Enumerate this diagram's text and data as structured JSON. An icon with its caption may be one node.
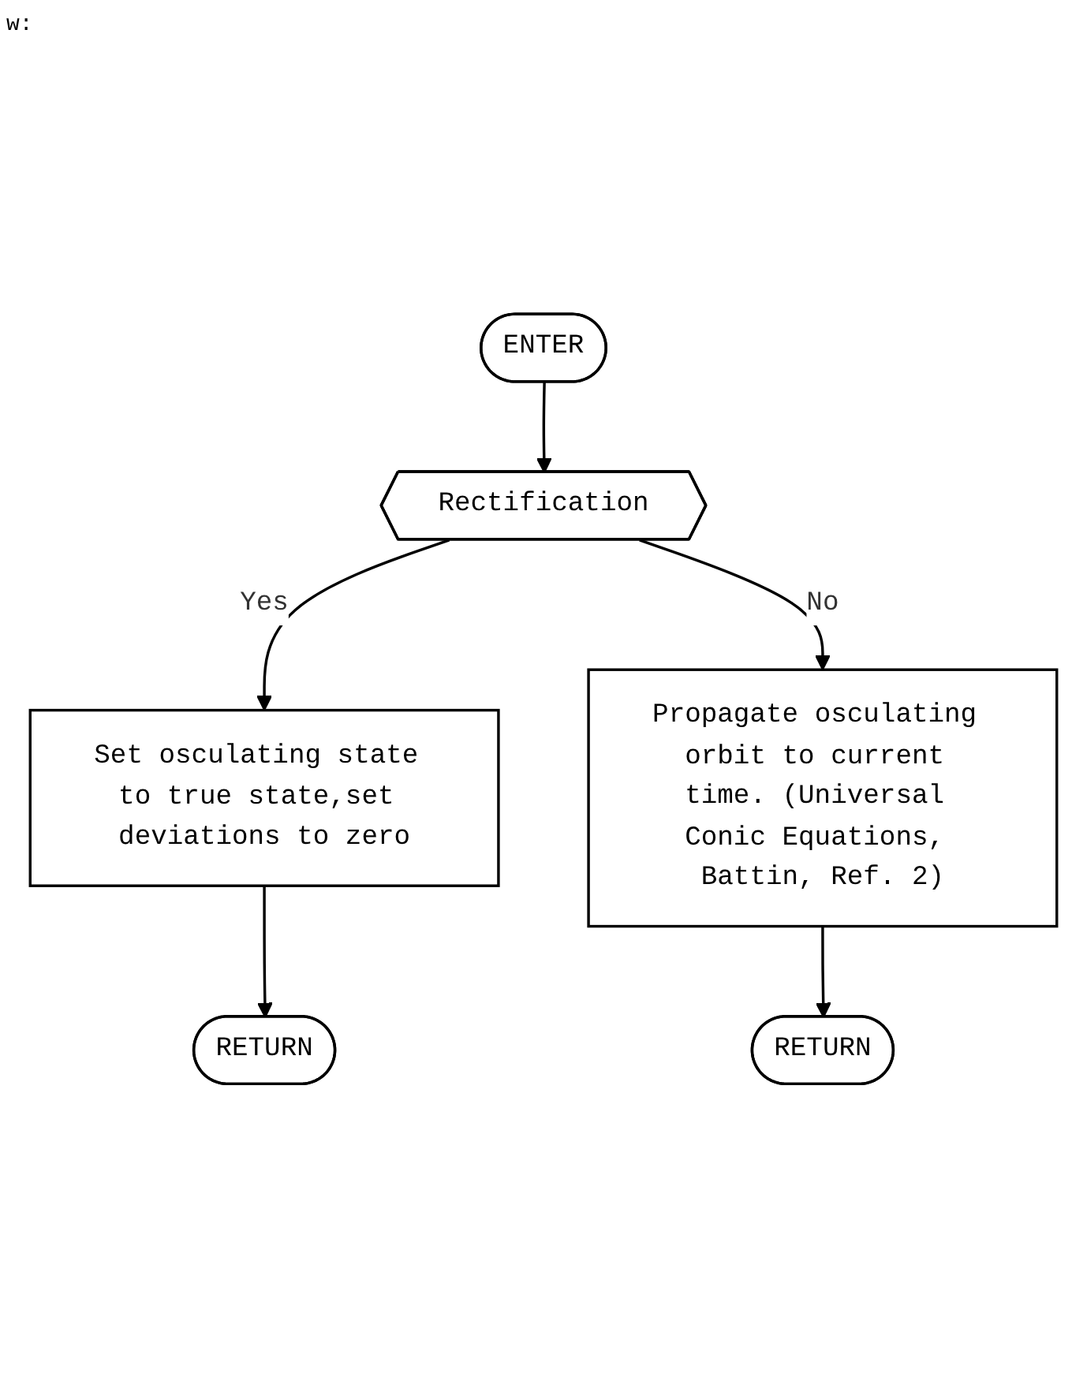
{
  "diagram": {
    "nodes": [
      {
        "text": [
          "ENTER"
        ]
      },
      {
        "text": [
          "Rectification"
        ]
      },
      {
        "text": [
          "Set osculating state to true state,set deviations to zero"
        ]
      },
      {
        "text": [
          "RETURN"
        ]
      },
      {
        "text": [
          "Propagate osculating orbit to current time. (Universal Conic Equations, Battin, Ref. 2)"
        ]
      },
      {
        "text": [
          "RETURN"
        ]
      }
    ],
    "edges": [
      {
        "from": 0,
        "to": 1,
        "arrow": "to"
      },
      {
        "from": 1,
        "to": 2,
        "label": "Yes",
        "arrow": "to"
      },
      {
        "from": 2,
        "to": 3,
        "arrow": "to"
      },
      {
        "from": 1,
        "to": 4,
        "label": "No",
        "arrow": "to"
      },
      {
        "from": 4,
        "to": 5,
        "arrow": "to"
      }
    ],
    "labels": [
      "w:"
    ]
  }
}
